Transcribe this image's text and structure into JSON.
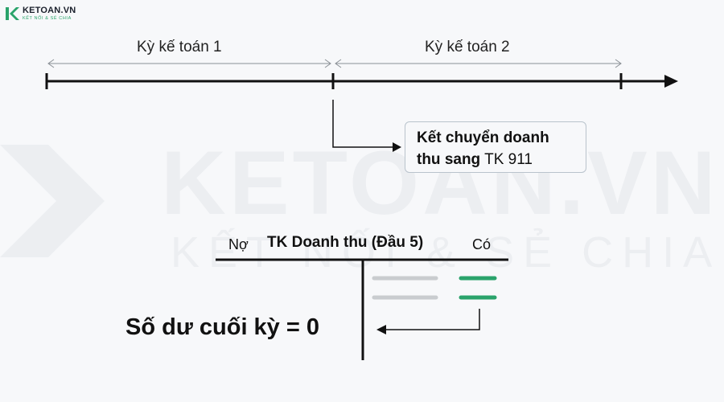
{
  "logo": {
    "name": "KETOAN.VN",
    "tagline": "KẾT NỐI & SẺ CHIA"
  },
  "watermark": {
    "name": "KETOAN.VN",
    "tagline": "KẾT NỐI & SẺ CHIA"
  },
  "timeline": {
    "period_1": "Kỳ kế toán 1",
    "period_2": "Kỳ kế toán 2"
  },
  "transfer_box": {
    "line_1": "Kết chuyển doanh",
    "line_2_bold": "thu sang",
    "line_2_rest": " TK 911"
  },
  "t_account": {
    "title": "TK Doanh thu (Đầu 5)",
    "debit_label": "Nợ",
    "credit_label": "Có",
    "ending_balance": "Số dư cuối kỳ = 0"
  },
  "colors": {
    "line": "#111111",
    "accent": "#2aa36b",
    "muted_bar": "#c9cccf",
    "box_border": "#b9c3cc"
  }
}
